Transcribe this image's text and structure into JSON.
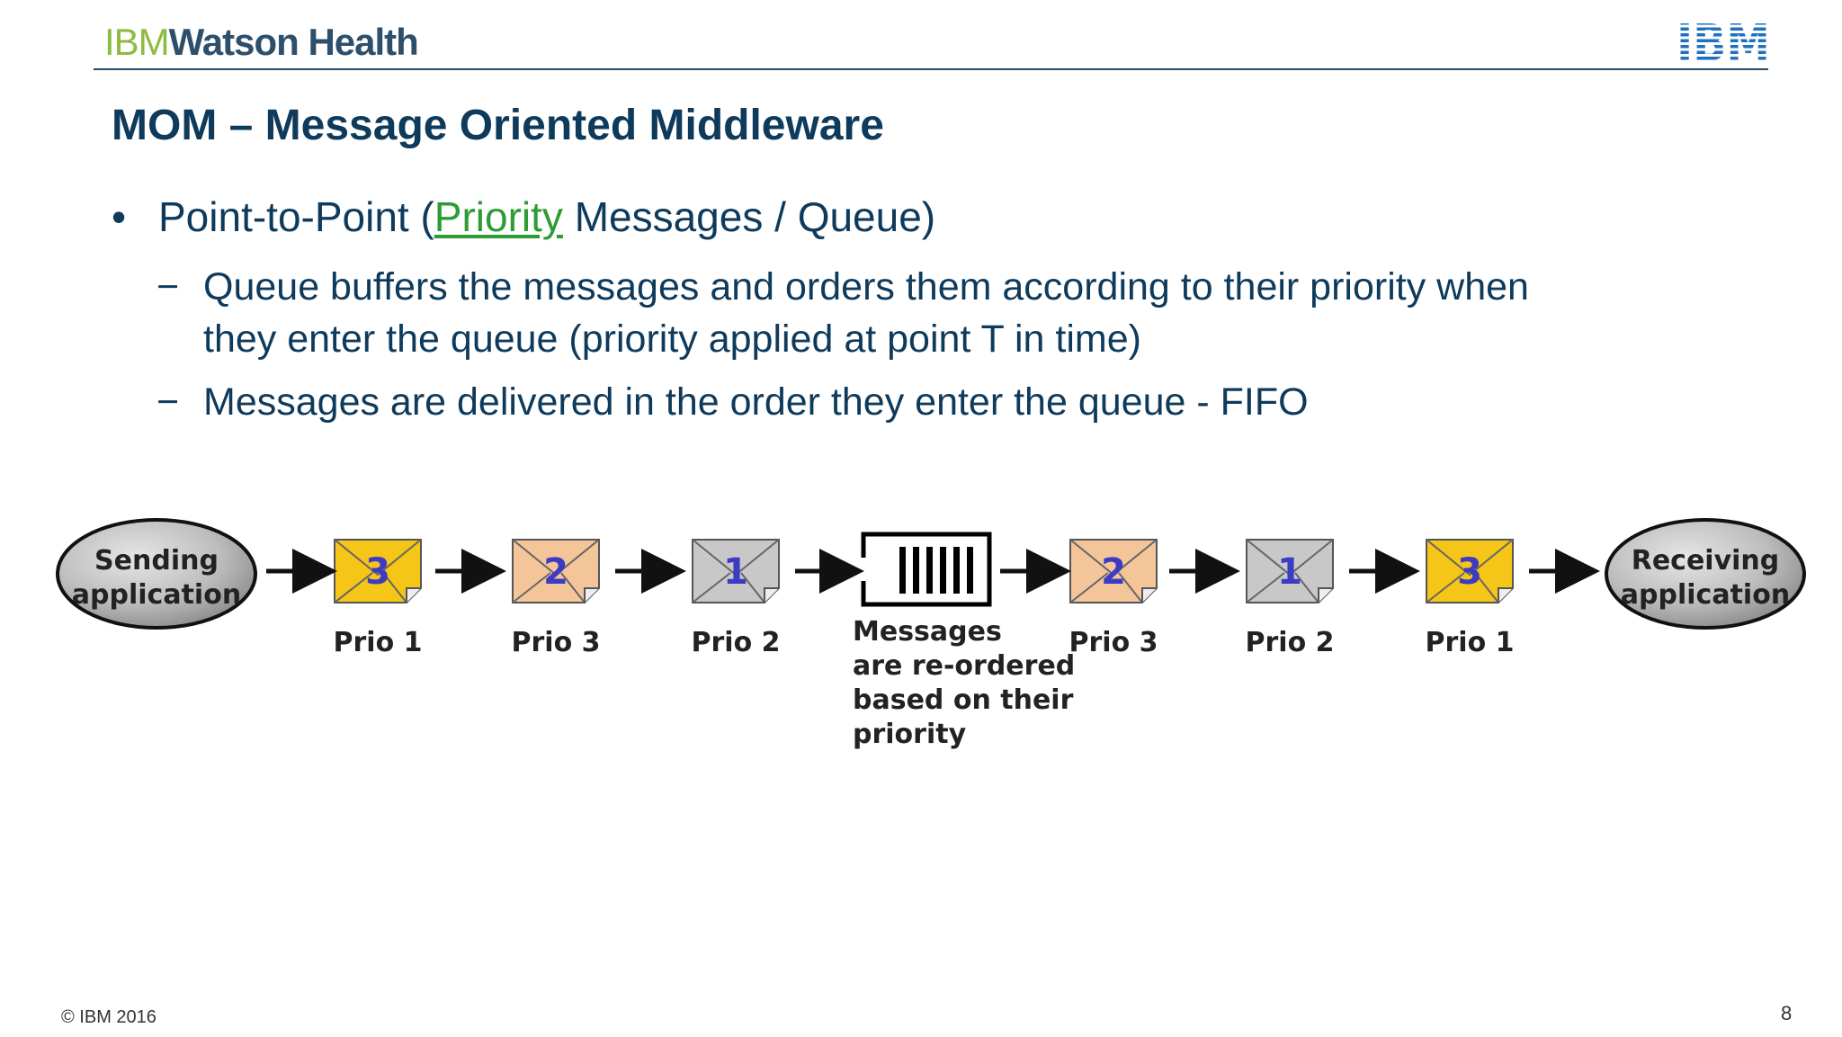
{
  "header": {
    "brand_ibm": "IBM",
    "brand_watson": "Watson Health",
    "logo_right": "IBM"
  },
  "title": "MOM – Message Oriented Middleware",
  "bullet": {
    "marker": "•",
    "prefix": "Point-to-Point (",
    "link": "Priority",
    "suffix": " Messages / Queue)"
  },
  "sub_bullets": [
    {
      "marker": "−",
      "lines": [
        "Queue buffers the messages and orders them according to their priority when",
        "they enter the queue (priority applied at point T in time)"
      ]
    },
    {
      "marker": "−",
      "lines": [
        "Messages are delivered in the order they enter the queue - FIFO"
      ]
    }
  ],
  "diagram": {
    "sender": [
      "Sending",
      "application"
    ],
    "receiver": [
      "Receiving",
      "application"
    ],
    "incoming": [
      {
        "number": "3",
        "label": "Prio 1",
        "color": "#f5c518"
      },
      {
        "number": "2",
        "label": "Prio 3",
        "color": "#f5c59a"
      },
      {
        "number": "1",
        "label": "Prio 2",
        "color": "#c8c8c8"
      }
    ],
    "queue_caption": [
      "Messages",
      "are re-ordered",
      "based on their",
      "priority"
    ],
    "outgoing": [
      {
        "number": "2",
        "label": "Prio 3",
        "color": "#f5c59a"
      },
      {
        "number": "1",
        "label": "Prio 2",
        "color": "#c8c8c8"
      },
      {
        "number": "3",
        "label": "Prio 1",
        "color": "#f5c518"
      }
    ]
  },
  "footer": {
    "copyright": "© IBM 2016",
    "page": "8"
  }
}
